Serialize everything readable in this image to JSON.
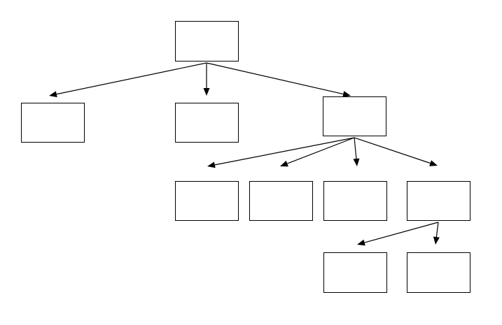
{
  "diagram": {
    "type": "tree",
    "colors": {
      "line": "#000000",
      "node_fill": "#ffffff",
      "background": "#ffffff"
    },
    "nodes": [
      {
        "id": "root",
        "label": ""
      },
      {
        "id": "child-left",
        "label": ""
      },
      {
        "id": "child-middle",
        "label": ""
      },
      {
        "id": "child-right",
        "label": ""
      },
      {
        "id": "grandchild-1",
        "label": ""
      },
      {
        "id": "grandchild-2",
        "label": ""
      },
      {
        "id": "grandchild-3",
        "label": ""
      },
      {
        "id": "grandchild-4",
        "label": ""
      },
      {
        "id": "great-grandchild-1",
        "label": ""
      },
      {
        "id": "great-grandchild-2",
        "label": ""
      }
    ],
    "edges": [
      {
        "from": "root",
        "to": "child-left"
      },
      {
        "from": "root",
        "to": "child-middle"
      },
      {
        "from": "root",
        "to": "child-right"
      },
      {
        "from": "child-right",
        "to": "grandchild-1"
      },
      {
        "from": "child-right",
        "to": "grandchild-2"
      },
      {
        "from": "child-right",
        "to": "grandchild-3"
      },
      {
        "from": "child-right",
        "to": "grandchild-4"
      },
      {
        "from": "grandchild-4",
        "to": "great-grandchild-1"
      },
      {
        "from": "grandchild-4",
        "to": "great-grandchild-2"
      }
    ]
  }
}
